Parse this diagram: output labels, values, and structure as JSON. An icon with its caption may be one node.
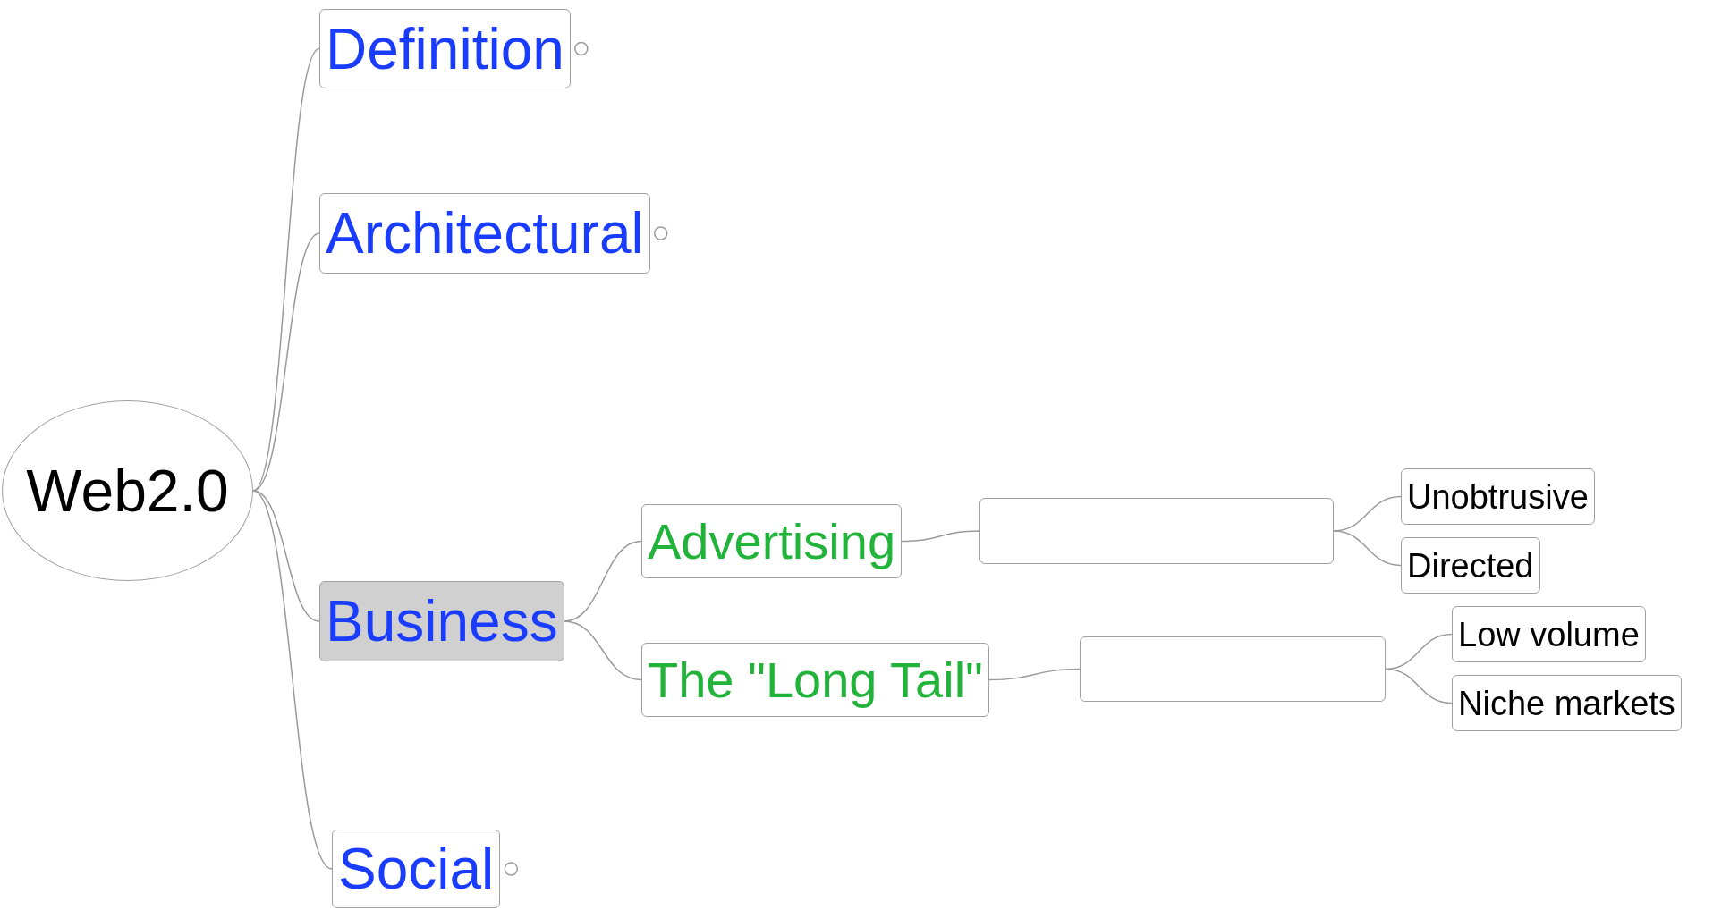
{
  "diagram": {
    "nodes": [
      {
        "text": [
          "Web2.0"
        ]
      },
      {
        "text": [
          "Definition"
        ]
      },
      {
        "text": [
          "Architectural"
        ]
      },
      {
        "text": [
          "Business"
        ]
      },
      {
        "text": [
          "Advertising"
        ]
      },
      {
        "text": [],
        "shape": "box"
      },
      {
        "text": [
          "Unobtrusive"
        ]
      },
      {
        "text": [
          "Directed"
        ]
      },
      {
        "text": [
          "The \"Long Tail\""
        ]
      },
      {
        "text": [],
        "shape": "box"
      },
      {
        "text": [
          "Low volume"
        ]
      },
      {
        "text": [
          "Niche markets"
        ]
      },
      {
        "text": [
          "Social"
        ]
      }
    ],
    "edges": [
      {
        "from": 0,
        "to": 1,
        "arrow": "none"
      },
      {
        "from": 0,
        "to": 2,
        "arrow": "none"
      },
      {
        "from": 0,
        "to": 3,
        "arrow": "none"
      },
      {
        "from": 0,
        "to": 12,
        "arrow": "none"
      },
      {
        "from": 3,
        "to": 4,
        "arrow": "none"
      },
      {
        "from": 3,
        "to": 8,
        "arrow": "none"
      },
      {
        "from": 4,
        "to": 5,
        "arrow": "none"
      },
      {
        "from": 5,
        "to": 6,
        "arrow": "none"
      },
      {
        "from": 5,
        "to": 7,
        "arrow": "none"
      },
      {
        "from": 8,
        "to": 9,
        "arrow": "none"
      },
      {
        "from": 9,
        "to": 10,
        "arrow": "none"
      },
      {
        "from": 9,
        "to": 11,
        "arrow": "none"
      }
    ]
  }
}
